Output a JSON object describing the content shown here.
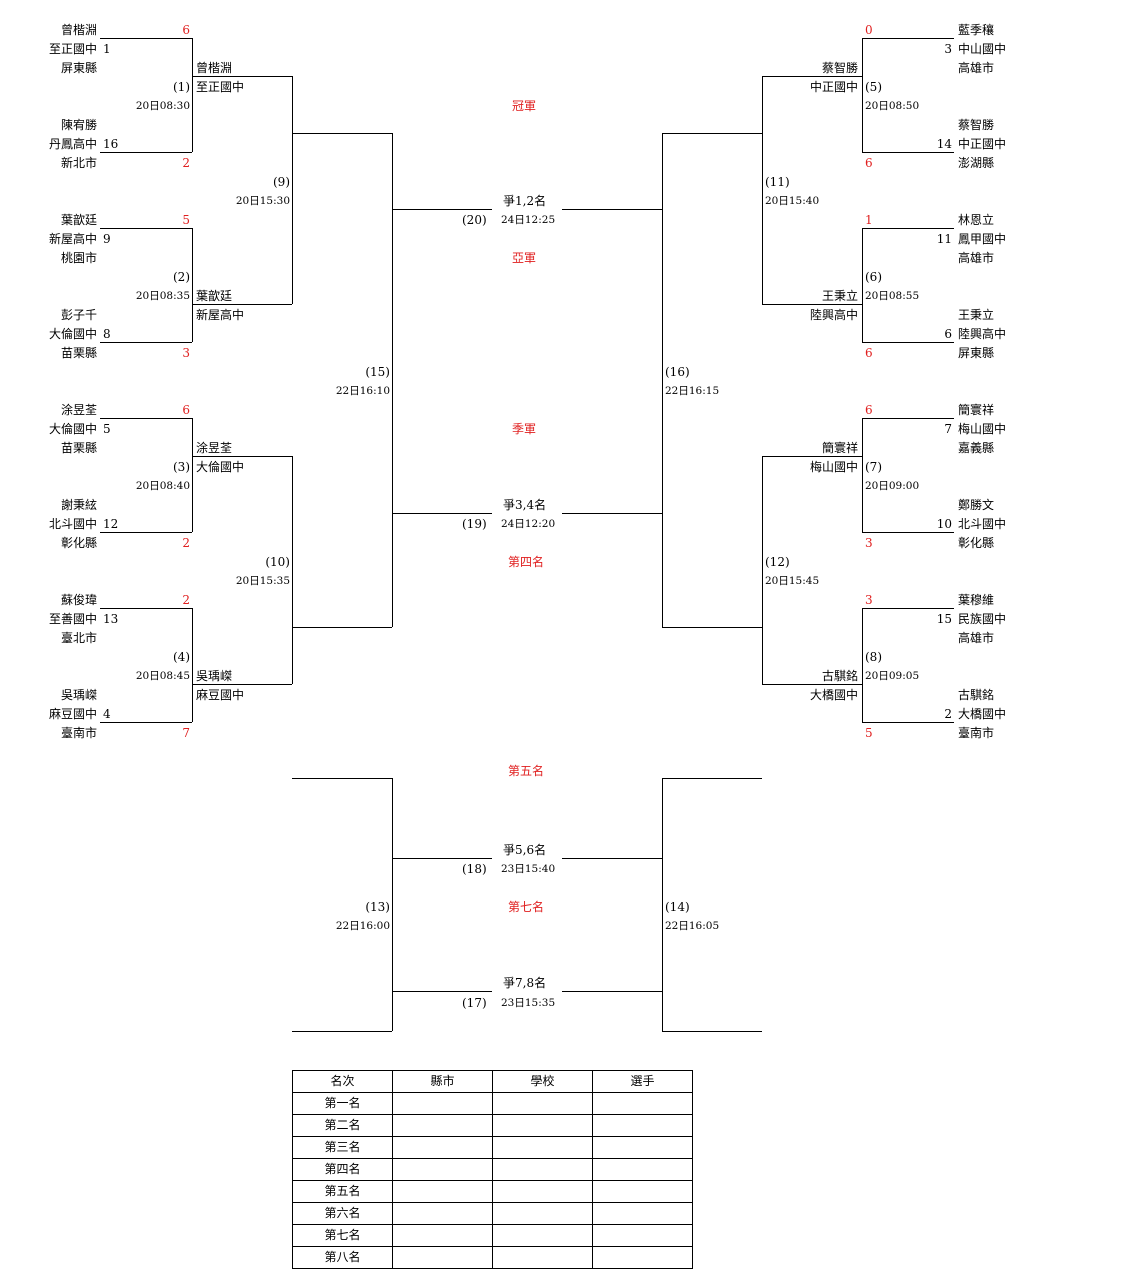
{
  "left_players": [
    {
      "name": "曾楷淵",
      "school": "至正國中",
      "seed": "1",
      "county": "屏東縣",
      "score": "6"
    },
    {
      "name": "陳宥勝",
      "school": "丹鳳高中",
      "seed": "16",
      "county": "新北市",
      "score": "2"
    },
    {
      "name": "葉歆廷",
      "school": "新屋高中",
      "seed": "9",
      "county": "桃園市",
      "score": "5"
    },
    {
      "name": "彭子千",
      "school": "大倫國中",
      "seed": "8",
      "county": "苗栗縣",
      "score": "3"
    },
    {
      "name": "涂昱荃",
      "school": "大倫國中",
      "seed": "5",
      "county": "苗栗縣",
      "score": "6"
    },
    {
      "name": "謝秉絃",
      "school": "北斗國中",
      "seed": "12",
      "county": "彰化縣",
      "score": "2"
    },
    {
      "name": "蘇俊瑋",
      "school": "至善國中",
      "seed": "13",
      "county": "臺北市",
      "score": "2"
    },
    {
      "name": "吳瑀嵥",
      "school": "麻豆國中",
      "seed": "4",
      "county": "臺南市",
      "score": "7"
    }
  ],
  "right_players": [
    {
      "name": "藍季穰",
      "school": "中山國中",
      "seed": "3",
      "county": "高雄市",
      "score": "0"
    },
    {
      "name": "蔡智勝",
      "school": "中正國中",
      "seed": "14",
      "county": "澎湖縣",
      "score": "6"
    },
    {
      "name": "林恩立",
      "school": "鳳甲國中",
      "seed": "11",
      "county": "高雄市",
      "score": "1"
    },
    {
      "name": "王秉立",
      "school": "陸興高中",
      "seed": "6",
      "county": "屏東縣",
      "score": "6"
    },
    {
      "name": "簡寰祥",
      "school": "梅山國中",
      "seed": "7",
      "county": "嘉義縣",
      "score": "6"
    },
    {
      "name": "鄭勝文",
      "school": "北斗國中",
      "seed": "10",
      "county": "彰化縣",
      "score": "3"
    },
    {
      "name": "葉穆維",
      "school": "民族國中",
      "seed": "15",
      "county": "高雄市",
      "score": "3"
    },
    {
      "name": "古騏銘",
      "school": "大橋國中",
      "seed": "2",
      "county": "臺南市",
      "score": "5"
    }
  ],
  "left_r1_winners": [
    {
      "name": "曾楷淵",
      "school": "至正國中"
    },
    {
      "name": "葉歆廷",
      "school": "新屋高中"
    },
    {
      "name": "涂昱荃",
      "school": "大倫國中"
    },
    {
      "name": "吳瑀嵥",
      "school": "麻豆國中"
    }
  ],
  "right_r1_winners": [
    {
      "name": "蔡智勝",
      "school": "中正國中"
    },
    {
      "name": "王秉立",
      "school": "陸興高中"
    },
    {
      "name": "簡寰祥",
      "school": "梅山國中"
    },
    {
      "name": "古騏銘",
      "school": "大橋國中"
    }
  ],
  "matches": {
    "m1": {
      "no": "(1)",
      "time": "20日08:30"
    },
    "m2": {
      "no": "(2)",
      "time": "20日08:35"
    },
    "m3": {
      "no": "(3)",
      "time": "20日08:40"
    },
    "m4": {
      "no": "(4)",
      "time": "20日08:45"
    },
    "m5": {
      "no": "(5)",
      "time": "20日08:50"
    },
    "m6": {
      "no": "(6)",
      "time": "20日08:55"
    },
    "m7": {
      "no": "(7)",
      "time": "20日09:00"
    },
    "m8": {
      "no": "(8)",
      "time": "20日09:05"
    },
    "m9": {
      "no": "(9)",
      "time": "20日15:30"
    },
    "m10": {
      "no": "(10)",
      "time": "20日15:35"
    },
    "m11": {
      "no": "(11)",
      "time": "20日15:40"
    },
    "m12": {
      "no": "(12)",
      "time": "20日15:45"
    },
    "m13": {
      "no": "(13)",
      "time": "22日16:00"
    },
    "m14": {
      "no": "(14)",
      "time": "22日16:05"
    },
    "m15": {
      "no": "(15)",
      "time": "22日16:10"
    },
    "m16": {
      "no": "(16)",
      "time": "22日16:15"
    },
    "m17": {
      "no": "(17)",
      "time": "23日15:35"
    },
    "m18": {
      "no": "(18)",
      "time": "23日15:40"
    },
    "m19": {
      "no": "(19)",
      "time": "24日12:20"
    },
    "m20": {
      "no": "(20)",
      "time": "24日12:25"
    }
  },
  "finals": {
    "f12": "爭1,2名",
    "f34": "爭3,4名",
    "f56": "爭5,6名",
    "f78": "爭7,8名"
  },
  "place_labels": {
    "champion": "冠軍",
    "runner_up": "亞軍",
    "third": "季軍",
    "fourth": "第四名",
    "fifth": "第五名",
    "seventh": "第七名"
  },
  "ranking_table": {
    "headers": [
      "名次",
      "縣市",
      "學校",
      "選手"
    ],
    "rows": [
      "第一名",
      "第二名",
      "第三名",
      "第四名",
      "第五名",
      "第六名",
      "第七名",
      "第八名"
    ]
  },
  "colors": {
    "score": "#e02020",
    "place": "#e02020",
    "line": "#000000"
  }
}
